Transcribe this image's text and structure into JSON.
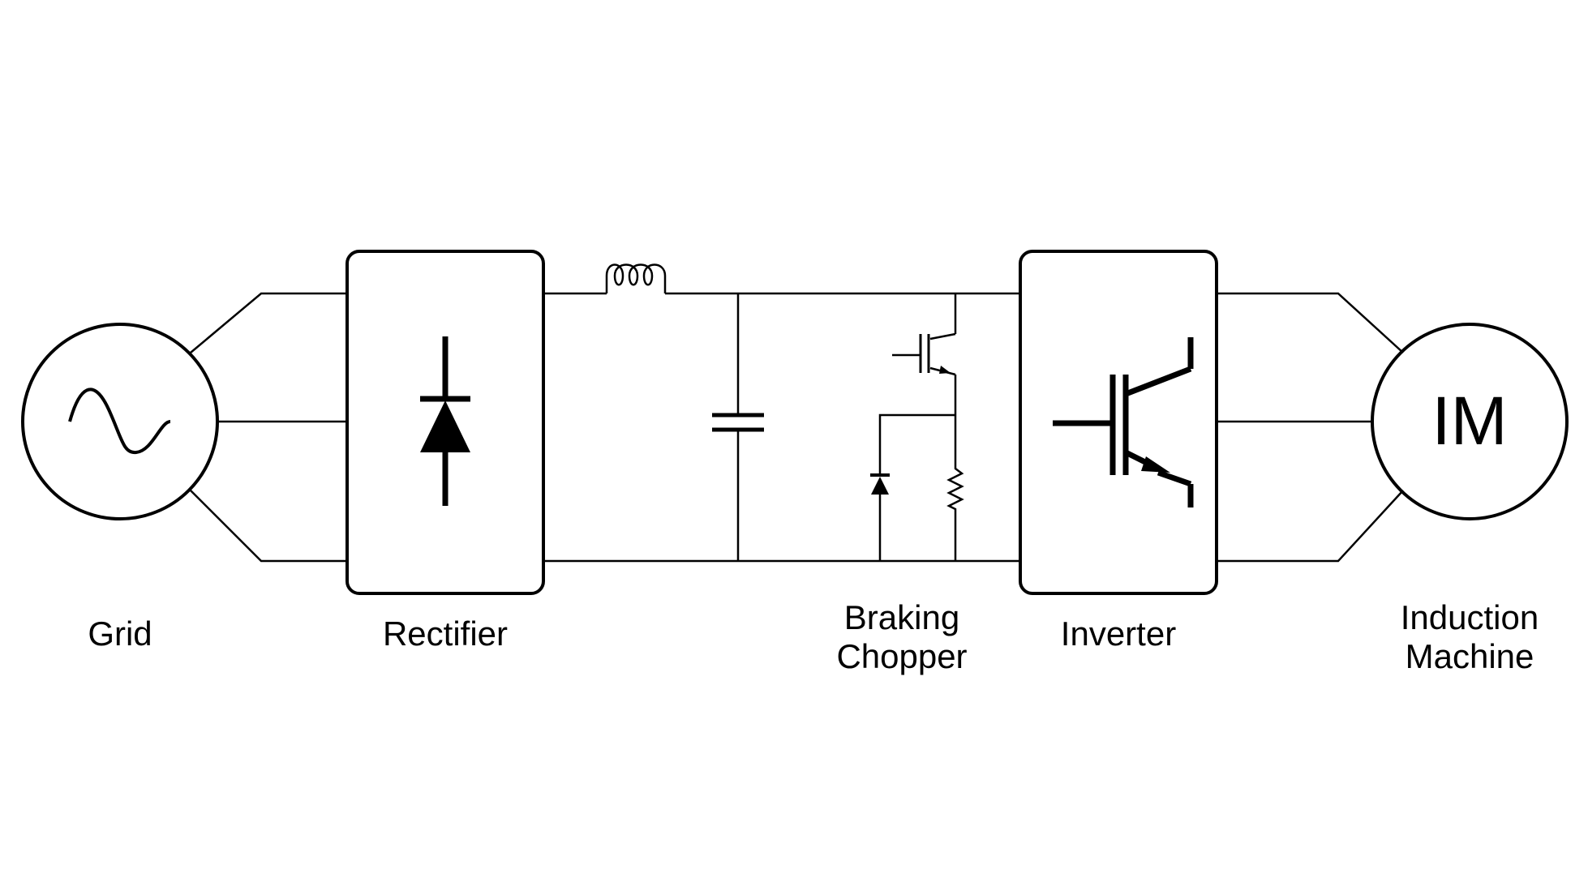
{
  "labels": {
    "grid": "Grid",
    "rectifier": "Rectifier",
    "braking_chopper_line1": "Braking",
    "braking_chopper_line2": "Chopper",
    "inverter": "Inverter",
    "induction_machine_line1": "Induction",
    "induction_machine_line2": "Machine"
  },
  "motor_symbol_text": "IM",
  "icons": {
    "grid": "ac-source-icon",
    "rectifier": "diode-icon",
    "dc_link_inductor": "inductor-icon",
    "dc_link_capacitor": "capacitor-icon",
    "chopper_switch": "igbt-icon",
    "chopper_diode": "diode-icon",
    "chopper_resistor": "resistor-icon",
    "inverter": "igbt-icon"
  }
}
